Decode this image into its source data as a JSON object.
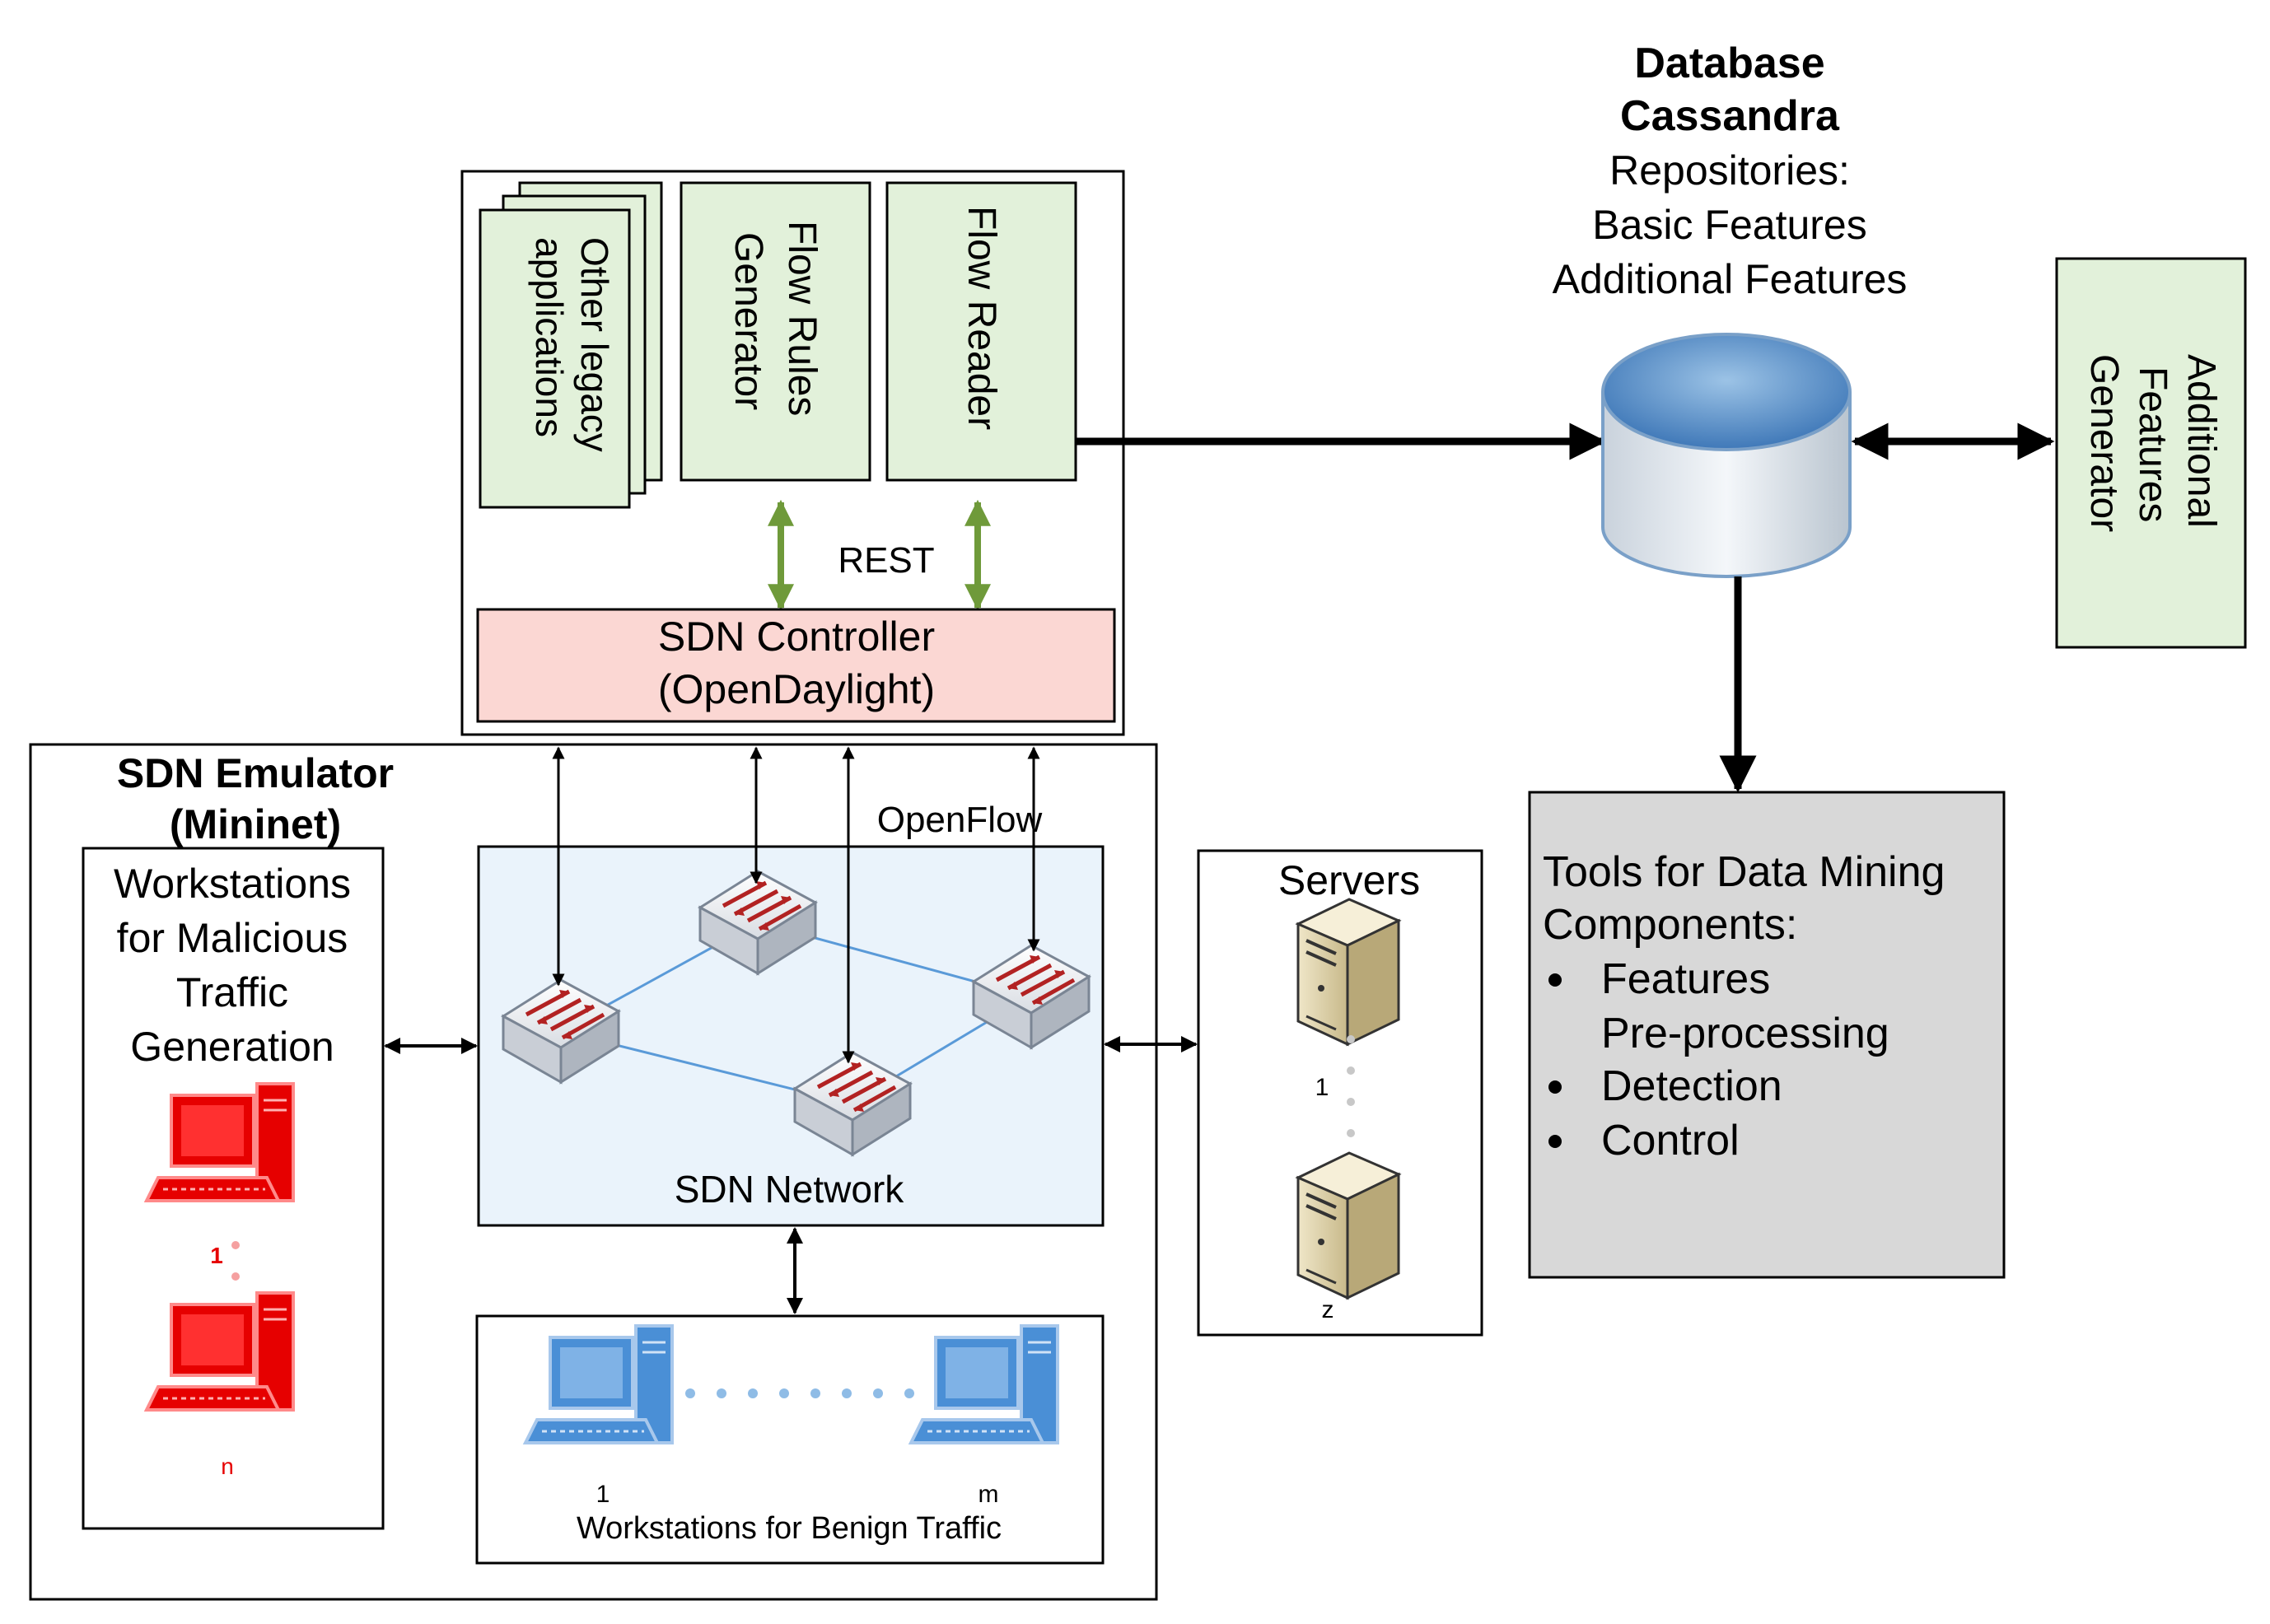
{
  "database": {
    "title_line1": "Database",
    "title_line2": "Cassandra",
    "repositories_label": "Repositories:",
    "repo_basic": "Basic Features",
    "repo_additional": "Additional Features"
  },
  "apps": {
    "legacy": [
      "Other legacy",
      "applications"
    ],
    "flow_rules": [
      "Flow Rules",
      "Generator"
    ],
    "flow_reader": "Flow Reader",
    "rest_label": "REST"
  },
  "controller": {
    "line1": "SDN Controller",
    "line2": "(OpenDaylight)"
  },
  "additional_features_generator": [
    "Additional",
    "Features",
    "Generator"
  ],
  "emulator": {
    "title_line1": "SDN Emulator",
    "title_line2": "(Mininet)",
    "openflow_label": "OpenFlow",
    "network_label": "SDN Network"
  },
  "malicious": {
    "lines": [
      "Workstations",
      "for Malicious",
      "Traffic",
      "Generation"
    ],
    "first_index": "1",
    "last_index": "n"
  },
  "benign": {
    "label": "Workstations for Benign Traffic",
    "first_index": "1",
    "last_index": "m"
  },
  "servers": {
    "title": "Servers",
    "first_index": "1",
    "last_index": "z"
  },
  "tools": {
    "title_line1": "Tools for Data Mining",
    "title_line2": "Components:",
    "items": [
      "Features",
      "Pre-processing",
      "Detection",
      "Control"
    ]
  },
  "colors": {
    "app_box_fill": "#e2f1da",
    "controller_fill": "#fbd7d3",
    "network_fill": "#eaf3fb",
    "tools_fill": "#d8d8d8",
    "rest_arrow": "#6f9a3a",
    "malicious_pc": "#e60000",
    "benign_pc": "#4a8fd6",
    "db_top": "#5b9bd5"
  }
}
